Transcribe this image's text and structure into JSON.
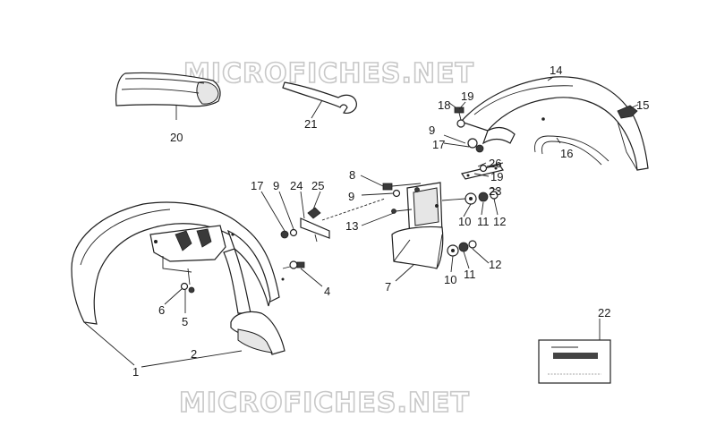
{
  "watermark": "MICROFICHES.NET",
  "plate_text": "",
  "callouts": {
    "n1": "1",
    "n2": "2",
    "n4": "4",
    "n5": "5",
    "n6": "6",
    "n7": "7",
    "n8": "8",
    "n9a": "9",
    "n9b": "9",
    "n9c": "9",
    "n10a": "10",
    "n10b": "10",
    "n11a": "11",
    "n11b": "11",
    "n12a": "12",
    "n12b": "12",
    "n13": "13",
    "n14": "14",
    "n15": "15",
    "n16": "16",
    "n17a": "17",
    "n17b": "17",
    "n18": "18",
    "n19a": "19",
    "n19b": "19",
    "n20": "20",
    "n21": "21",
    "n22": "22",
    "n23": "23",
    "n24": "24",
    "n25": "25",
    "n26": "26"
  }
}
